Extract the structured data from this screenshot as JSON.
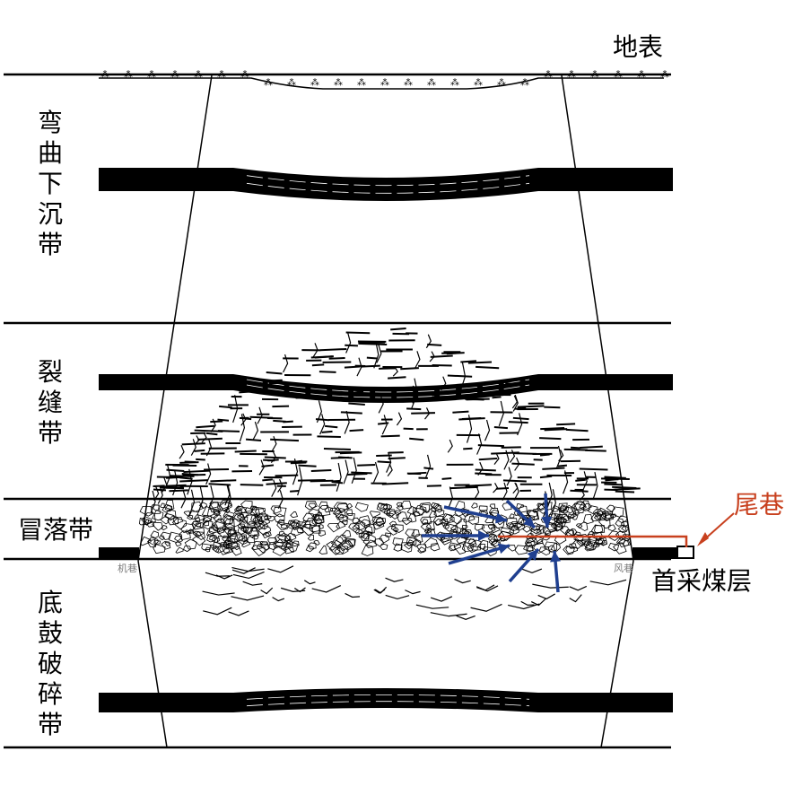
{
  "labels": {
    "surface": "地表",
    "bending_zone": "弯曲下沉带",
    "fracture_zone": "裂缝带",
    "caving_zone": "冒落带",
    "floor_zone": "底鼓破碎带",
    "tail_roadway": "尾巷",
    "first_seam": "首采煤层",
    "machine_roadway": "机巷",
    "air_roadway": "风巷"
  },
  "colors": {
    "ink": "#000000",
    "flow_arrows": "#1f3f8f",
    "tail_roadway": "#c8401e"
  },
  "icons": {
    "flow": "arrow-icon",
    "pointer": "arrow-icon"
  }
}
